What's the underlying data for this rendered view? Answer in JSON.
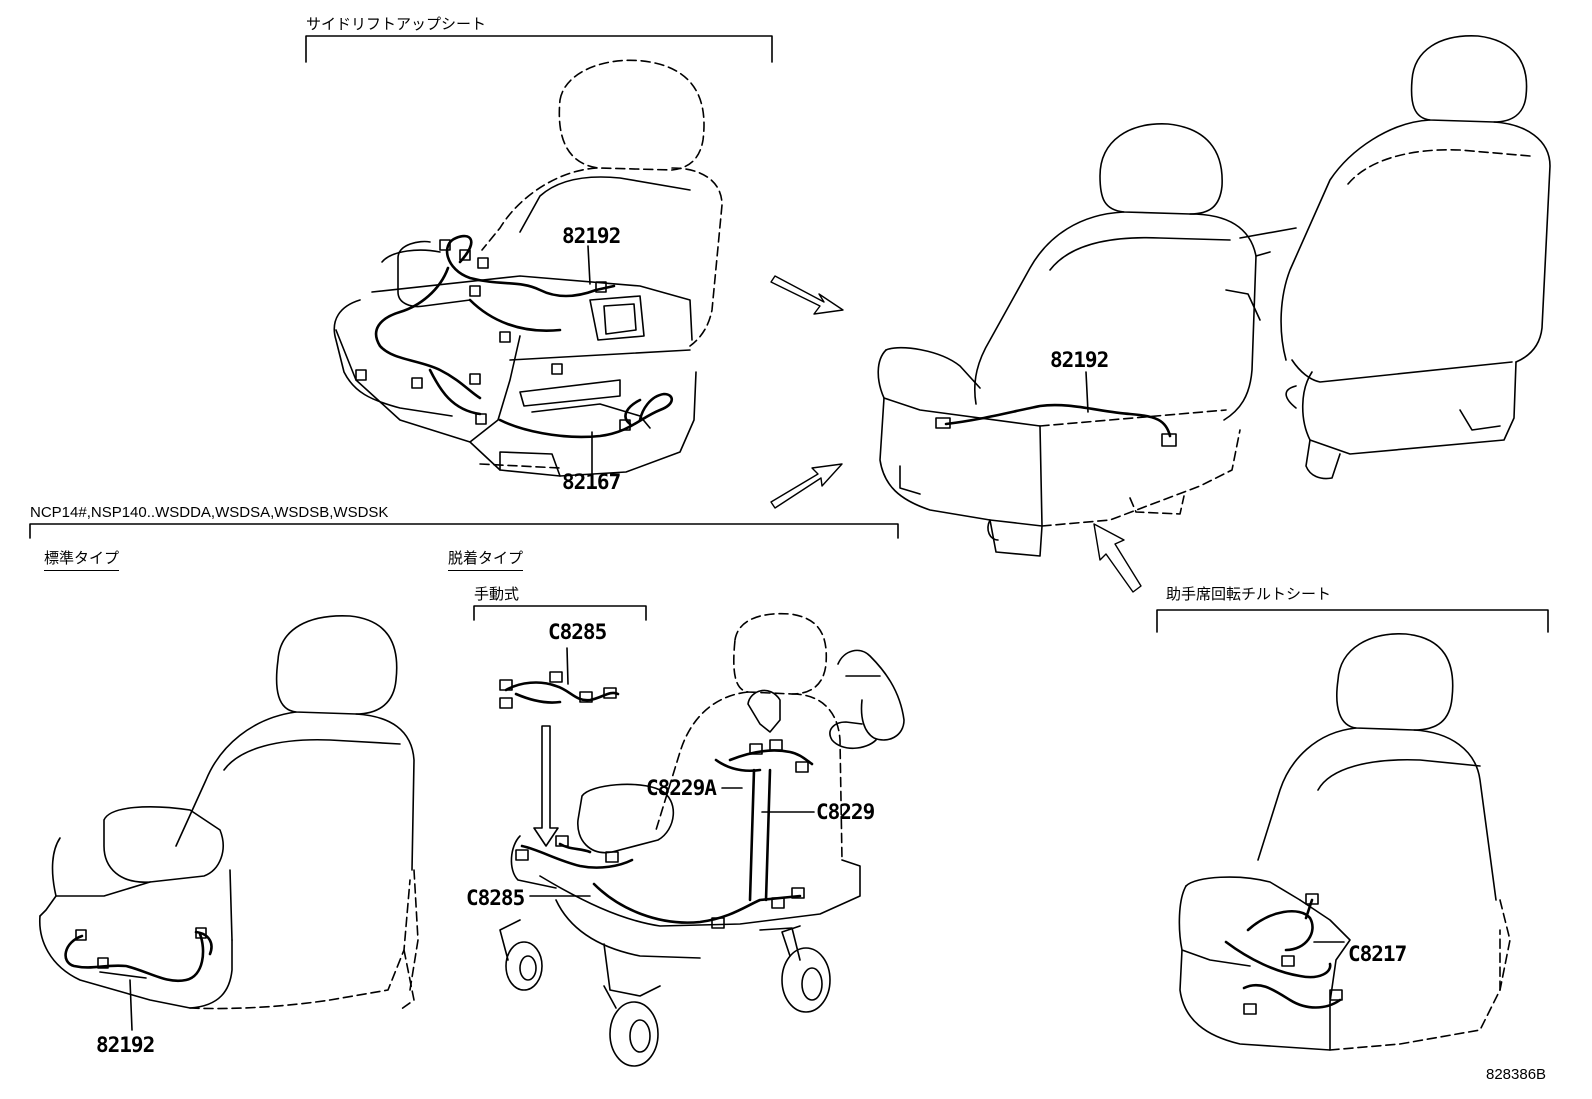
{
  "headers": {
    "side_lift_up_seat": "サイドリフトアップシート",
    "model_codes": "NCP14#,NSP140..WSDDA,WSDSA,WSDSB,WSDSK",
    "standard_type": "標準タイプ",
    "detachable_type": "脱着タイプ",
    "manual_type": "手動式",
    "passenger_swivel_tilt_seat": "助手席回転チルトシート"
  },
  "callouts": {
    "top_seat_harness": "82192",
    "top_seat_base_harness": "82167",
    "rear_seat_harness": "82192",
    "standard_seat_harness": "82192",
    "manual_connector_top": "C8285",
    "manual_connector_bottom": "C8285",
    "backrest_connector_a": "C8229A",
    "backrest_connector": "C8229",
    "swivel_seat_connector": "C8217"
  },
  "illustration_code": "828386B"
}
